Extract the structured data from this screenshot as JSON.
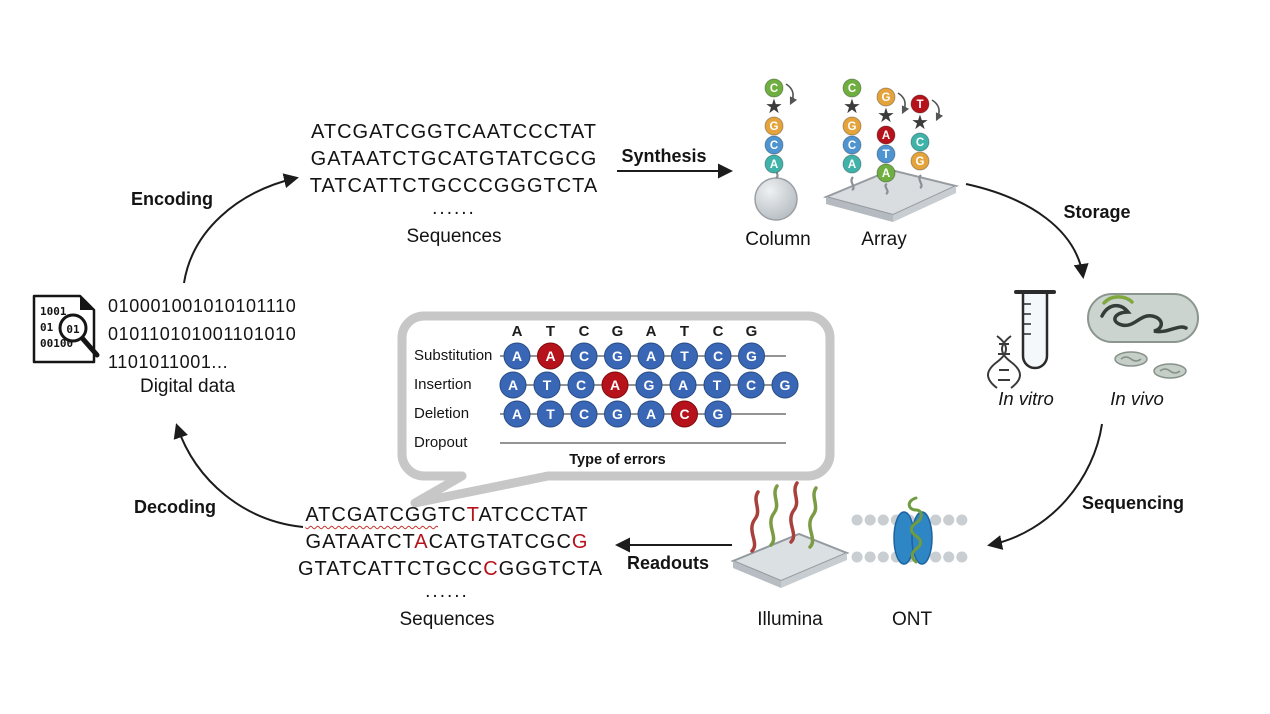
{
  "labels": {
    "encoding": "Encoding",
    "synthesis": "Synthesis",
    "storage": "Storage",
    "sequencing": "Sequencing",
    "readouts": "Readouts",
    "decoding": "Decoding"
  },
  "top_sequences": {
    "lines": [
      "ATCGATCGGTCAATCCCTAT",
      "GATAATCTGCATGTATCGCG",
      "TATCATTCTGCCCGGGTCTA"
    ],
    "ellipsis": "......",
    "caption": "Sequences"
  },
  "readout_sequences": {
    "lines": [
      {
        "segments": [
          {
            "t": "ATCGATCGG",
            "wavy": true
          },
          {
            "t": "TC"
          },
          {
            "t": "T",
            "red": true
          },
          {
            "t": "ATCCCTAT"
          }
        ]
      },
      {
        "segments": [
          {
            "t": "GATAATCT"
          },
          {
            "t": "A",
            "red": true
          },
          {
            "t": "CATGTATCGC"
          },
          {
            "t": "G",
            "red": true
          }
        ]
      },
      {
        "segments": [
          {
            "t": "GTATCATTCTGCC"
          },
          {
            "t": "C",
            "red": true
          },
          {
            "t": "GGGTCTA"
          }
        ]
      }
    ],
    "ellipsis": "......",
    "caption": "Sequences"
  },
  "digital_data": {
    "lines": [
      "010001001010101110",
      "010110101001101010",
      "1101011001..."
    ],
    "caption": "Digital data",
    "icon_bits": [
      "1001",
      "01",
      "00100"
    ],
    "lens_bits": "01"
  },
  "synthesis_devices": {
    "column_label": "Column",
    "array_label": "Array",
    "column_stack": [
      "C:#6faf3f",
      "*:#3b3b3b",
      "G:#e5a33c",
      "C:#4e94d0",
      "A:#3fb3a9"
    ],
    "array_stacks": [
      [
        "C:#6faf3f",
        "*:#3b3b3b",
        "G:#e5a33c",
        "C:#4e94d0",
        "A:#3fb3a9"
      ],
      [
        "G:#e5a33c",
        "*:#3b3b3b",
        "A:#b5121b",
        "T:#4e94d0",
        "A:#6faf3f"
      ],
      [
        "T:#b5121b",
        "*:#3b3b3b",
        "C:#3fb3a9",
        "G:#e5a33c"
      ]
    ]
  },
  "storage_items": {
    "in_vitro": "In vitro",
    "in_vivo": "In vivo"
  },
  "sequencers": {
    "illumina": "Illumina",
    "ont": "ONT"
  },
  "error_table": {
    "header": [
      "A",
      "T",
      "C",
      "G",
      "A",
      "T",
      "C",
      "G"
    ],
    "rows": [
      {
        "label": "Substitution",
        "circles": [
          {
            "l": "A"
          },
          {
            "l": "A",
            "red": true
          },
          {
            "l": "C"
          },
          {
            "l": "G"
          },
          {
            "l": "A"
          },
          {
            "l": "T"
          },
          {
            "l": "C"
          },
          {
            "l": "G"
          }
        ]
      },
      {
        "label": "Insertion",
        "circles": [
          {
            "l": "A"
          },
          {
            "l": "T"
          },
          {
            "l": "C"
          },
          {
            "l": "A",
            "red": true
          },
          {
            "l": "G"
          },
          {
            "l": "A"
          },
          {
            "l": "T"
          },
          {
            "l": "C"
          },
          {
            "l": "G"
          }
        ]
      },
      {
        "label": "Deletion",
        "circles": [
          {
            "l": "A"
          },
          {
            "l": "T"
          },
          {
            "l": "C"
          },
          {
            "l": "G"
          },
          {
            "l": "A"
          },
          {
            "l": "C",
            "red": true
          },
          {
            "l": "G"
          }
        ]
      },
      {
        "label": "Dropout",
        "circles": []
      }
    ],
    "caption": "Type of errors",
    "colors": {
      "blue": "#3a67b5",
      "red": "#b5121b"
    }
  }
}
